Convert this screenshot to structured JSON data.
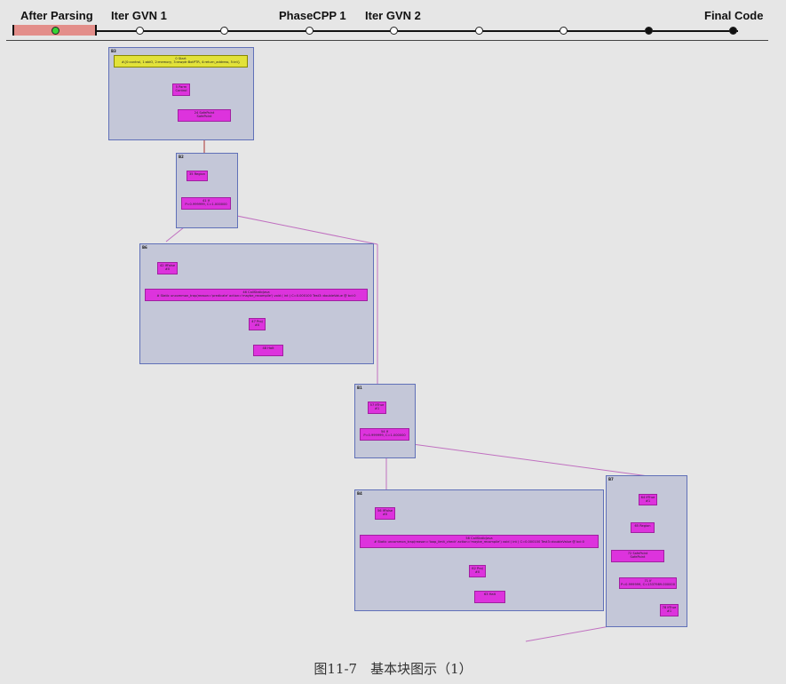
{
  "phases": {
    "labels": [
      "After Parsing",
      "Iter GVN 1",
      "PhaseCPP 1",
      "Iter GVN 2",
      "Final Code"
    ],
    "current": "After Parsing"
  },
  "colors": {
    "node": "#dd33dd",
    "start_node": "#e2e23a",
    "block_bg": "#c4c7d8",
    "block_border": "#6070b8",
    "edge": "#c070c0",
    "edge_dark": "#aa3333",
    "current_phase": "#36d336",
    "selection": "#e38e8a"
  },
  "graph": {
    "blocks": [
      {
        "label": "B3"
      },
      {
        "label": "B2"
      },
      {
        "label": "B6"
      },
      {
        "label": "B1"
      },
      {
        "label": "B4"
      },
      {
        "label": "B7"
      }
    ],
    "nodes": {
      "start": {
        "title": "0 Start",
        "detail": "#{0:control, 1:abIO, 2:memory, 3:rawptr:BotPTR, 4:return_address, 5:int}"
      },
      "parm": {
        "title": "5 Parm",
        "detail": "Control"
      },
      "safepoint1": {
        "title": "24 SafePoint",
        "detail": "SafePoint"
      },
      "region35": {
        "title": "35 Region",
        "detail": ""
      },
      "if41": {
        "title": "41 If",
        "detail": "P=0.999999, C=1.000000"
      },
      "iffalse42": {
        "title": "42 IfFalse",
        "detail": "#0"
      },
      "call46": {
        "title": "46 CallStaticJava",
        "detail": "# Static uncommon_trap(reason='predicate' action='maybe_recompile') void ( int ) C=0.000100 Test3::doubleValue @ bci:0"
      },
      "proj47": {
        "title": "47 Proj",
        "detail": "#0"
      },
      "halt48": {
        "title": "48 Halt",
        "detail": ""
      },
      "iftrue57": {
        "title": "57 IfTrue",
        "detail": "#1"
      },
      "if54": {
        "title": "54 If",
        "detail": "P=0.999999, C=1.000000"
      },
      "iffalse56": {
        "title": "56 IfFalse",
        "detail": "#0"
      },
      "call58": {
        "title": "58 CallStaticJava",
        "detail": "# Static uncommon_trap(reason='loop_limit_check' action='maybe_recompile') void ( int ) C=0.000100 Test3::doubleValue @ bci:0"
      },
      "proj62": {
        "title": "62 Proj",
        "detail": "#0"
      },
      "halt63": {
        "title": "63 Halt",
        "detail": ""
      },
      "iftrue64": {
        "title": "64 IfTrue",
        "detail": "#1"
      },
      "region65": {
        "title": "65 Region",
        "detail": ""
      },
      "safepoint72": {
        "title": "72 SafePoint",
        "detail": "SafePoint"
      },
      "if71": {
        "title": "71 If",
        "detail": "P=0.999999, C=1337989.000000"
      },
      "iftrue78": {
        "title": "78 IfTrue",
        "detail": "#1"
      }
    }
  },
  "caption": "图11-7　基本块图示（1）"
}
